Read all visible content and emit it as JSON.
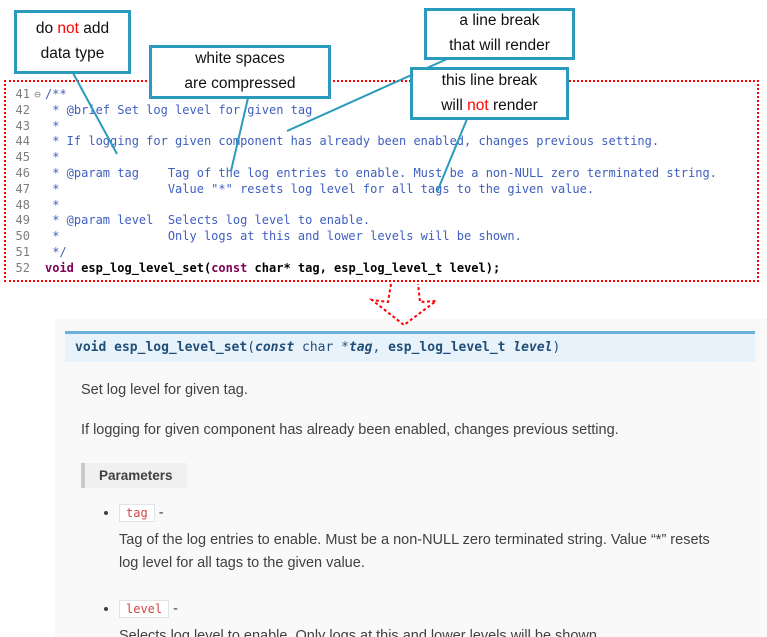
{
  "colors": {
    "callout_border": "#2a9bbc",
    "dotted_outline_red": "#ff0000",
    "highlight_red": "#ff0000",
    "comment_text": "#3f5fbf",
    "keyword_text": "#7f0055",
    "sig_background": "#e7f2fa",
    "sig_top_border": "#6ab0de",
    "literal_text": "#d04545"
  },
  "callouts": {
    "no_data_type": {
      "l1a": "do ",
      "l1b": "not",
      "l1c": " add",
      "l2": "data type"
    },
    "whitespace": {
      "l1": "white spaces",
      "l2": "are compressed"
    },
    "break_render": {
      "l1": "a line break",
      "l2": "that will render"
    },
    "break_no_render": {
      "l1": "this line break",
      "l2a": "will ",
      "l2b": "not",
      "l2c": " render"
    }
  },
  "code": {
    "fold_icon": "⊖",
    "lines": [
      {
        "num": "41",
        "fold": "⊖",
        "segments": [
          {
            "cls": "cmt",
            "text": "/**"
          }
        ]
      },
      {
        "num": "42",
        "segments": [
          {
            "cls": "cmt",
            "text": " * @brief Set log level for given tag"
          }
        ]
      },
      {
        "num": "43",
        "segments": [
          {
            "cls": "cmt",
            "text": " *"
          }
        ]
      },
      {
        "num": "44",
        "segments": [
          {
            "cls": "cmt",
            "text": " * If logging for given component has already been enabled, changes previous setting."
          }
        ]
      },
      {
        "num": "45",
        "segments": [
          {
            "cls": "cmt",
            "text": " *"
          }
        ]
      },
      {
        "num": "46",
        "segments": [
          {
            "cls": "cmt",
            "text": " * @param tag    Tag of the log entries to enable. Must be a non-NULL zero terminated string."
          }
        ]
      },
      {
        "num": "47",
        "segments": [
          {
            "cls": "cmt",
            "text": " *               Value \"*\" resets log level for all tags to the given value."
          }
        ]
      },
      {
        "num": "48",
        "segments": [
          {
            "cls": "cmt",
            "text": " *"
          }
        ]
      },
      {
        "num": "49",
        "segments": [
          {
            "cls": "cmt",
            "text": " * @param level  Selects log level to enable."
          }
        ]
      },
      {
        "num": "50",
        "segments": [
          {
            "cls": "cmt",
            "text": " *               Only logs at this and lower levels will be shown."
          }
        ]
      },
      {
        "num": "51",
        "segments": [
          {
            "cls": "cmt",
            "text": " */"
          }
        ]
      },
      {
        "num": "52",
        "segments": [
          {
            "cls": "kw",
            "text": "void"
          },
          {
            "cls": "plain",
            "text": " "
          },
          {
            "cls": "fn",
            "text": "esp_log_level_set"
          },
          {
            "cls": "plain",
            "text": "("
          },
          {
            "cls": "kw",
            "text": "const"
          },
          {
            "cls": "plain",
            "text": " char* tag, esp_log_level_t level);"
          }
        ]
      }
    ]
  },
  "docs": {
    "signature": {
      "segments": [
        {
          "cls": "kw",
          "text": "void"
        },
        {
          "cls": "plain",
          "text": " "
        },
        {
          "cls": "name",
          "text": "esp_log_level_set"
        },
        {
          "cls": "plain",
          "text": "("
        },
        {
          "cls": "kwi",
          "text": "const"
        },
        {
          "cls": "plain",
          "text": " char *"
        },
        {
          "cls": "param",
          "text": "tag"
        },
        {
          "cls": "plain",
          "text": ", "
        },
        {
          "cls": "type",
          "text": "esp_log_level_t"
        },
        {
          "cls": "plain",
          "text": " "
        },
        {
          "cls": "param",
          "text": "level"
        },
        {
          "cls": "plain",
          "text": ")"
        }
      ]
    },
    "p1": "Set log level for given tag.",
    "p2": "If logging for given component has already been enabled, changes previous setting.",
    "params_label": "Parameters",
    "params": [
      {
        "name": "tag",
        "dash": "-",
        "desc": "Tag of the log entries to enable. Must be a non-NULL zero terminated string. Value “*” resets log level for all tags to the given value."
      },
      {
        "name": "level",
        "dash": "-",
        "desc": "Selects log level to enable. Only logs at this and lower levels will be shown."
      }
    ]
  }
}
